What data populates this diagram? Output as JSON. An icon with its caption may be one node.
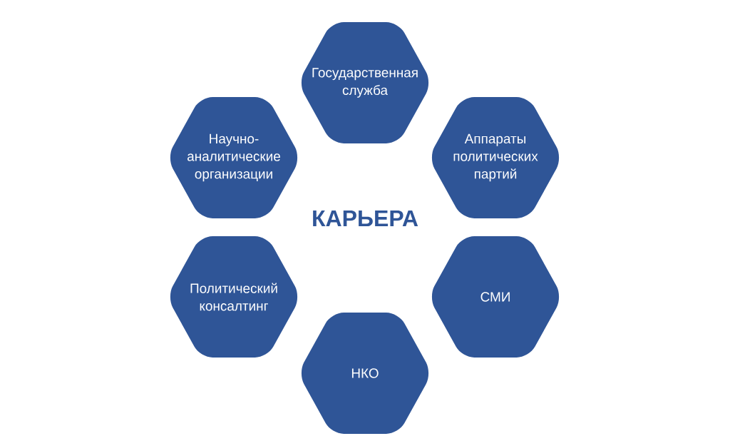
{
  "diagram": {
    "title": "КАРЬЕРА",
    "nodes": [
      {
        "text": [
          "Государственная служба"
        ]
      },
      {
        "text": [
          "Научно-аналитические организации"
        ]
      },
      {
        "text": [
          "Аппараты политических партий"
        ]
      },
      {
        "text": [
          "Политический консалтинг"
        ]
      },
      {
        "text": [
          "СМИ"
        ]
      },
      {
        "text": [
          "НКО"
        ]
      }
    ]
  }
}
